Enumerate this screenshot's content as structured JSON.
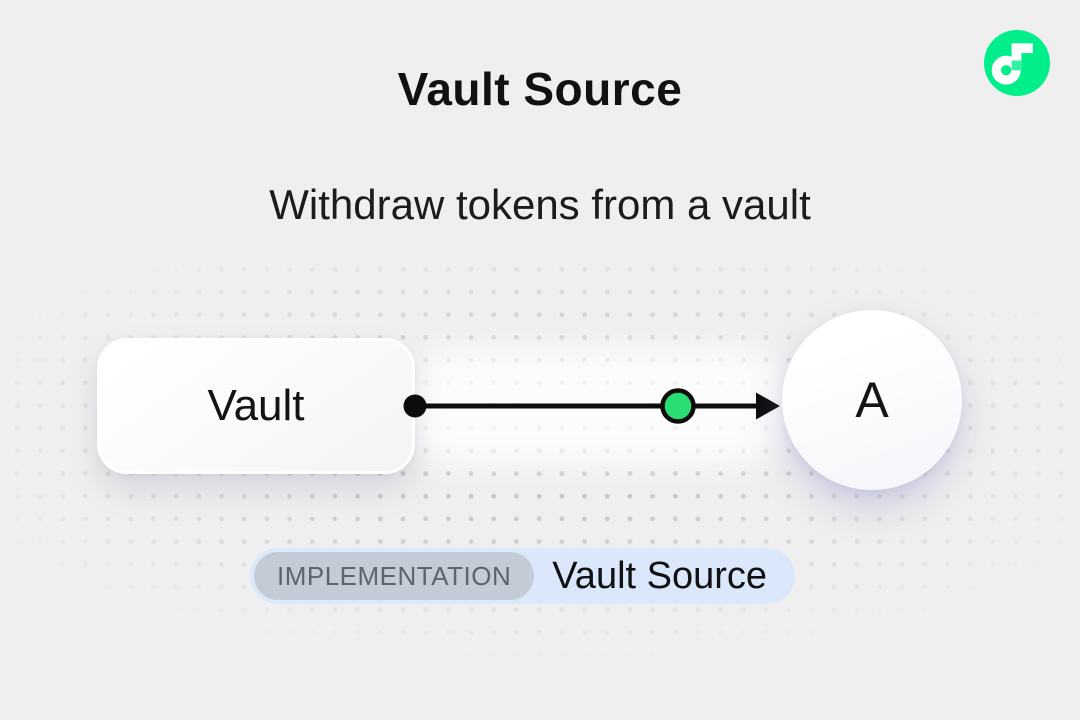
{
  "header": {
    "title": "Vault Source",
    "subtitle": "Withdraw tokens from a vault"
  },
  "logo": {
    "icon": "flow-logo"
  },
  "diagram": {
    "nodes": [
      {
        "id": "vault",
        "label": "Vault"
      },
      {
        "id": "recipient",
        "label": "A"
      }
    ],
    "edge": {
      "from": "vault",
      "to": "recipient",
      "marker": "green-token-dot"
    }
  },
  "badge": {
    "tag": "IMPLEMENTATION",
    "label": "Vault Source"
  },
  "colors": {
    "background": "#efefef",
    "flow_green": "#00ef8b",
    "flow_green_accent": "#35efa2",
    "token_green": "#2bde73",
    "line_black": "#0d0d0d",
    "badge_bg": "#dbe7fb",
    "tag_bg": "#c5cbd6",
    "tag_text": "#5e646b",
    "text_primary": "#111111",
    "dot_color": "#c6c6c8"
  }
}
